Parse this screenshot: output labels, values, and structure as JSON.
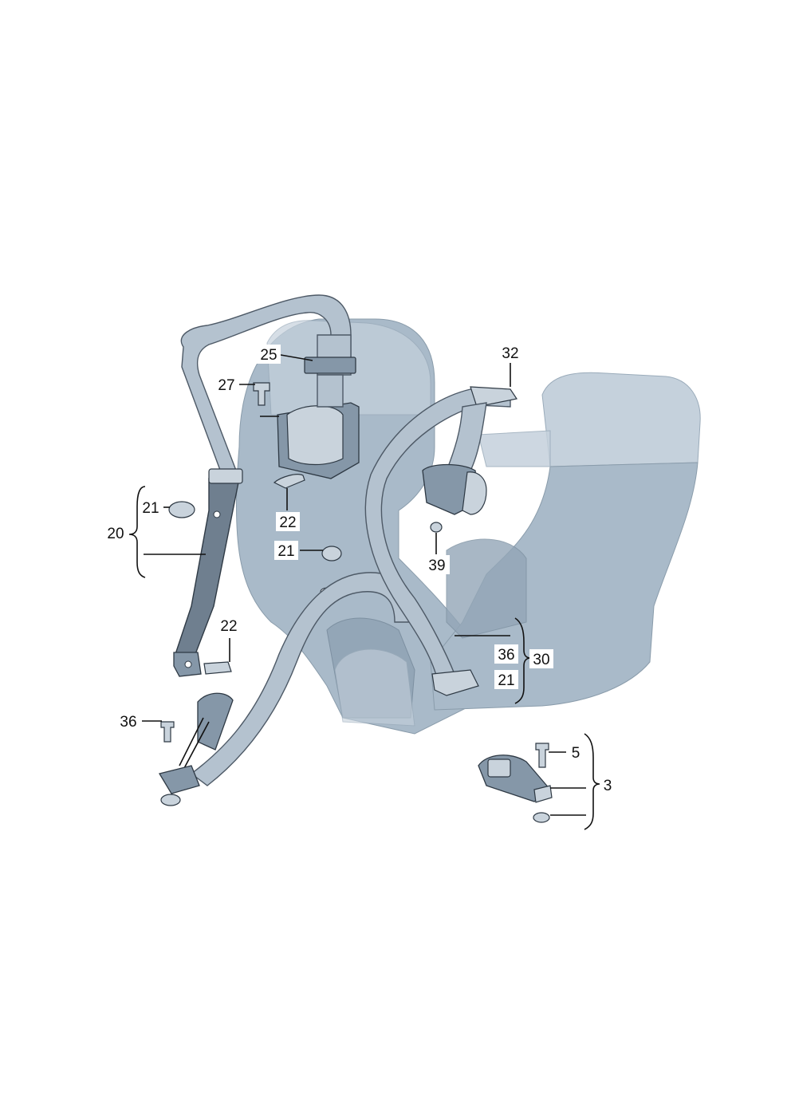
{
  "callouts": {
    "c25": "25",
    "c27": "27",
    "c22a": "22",
    "c21a": "21",
    "c20": "20",
    "c21b": "21",
    "c22b": "22",
    "c36a": "36",
    "c32": "32",
    "c39": "39",
    "c36b": "36",
    "c30": "30",
    "c21c": "21",
    "c5": "5",
    "c3": "3"
  },
  "colors": {
    "seat": "#a9bac9",
    "belt": "#b4c2cf",
    "part": "#8597a8",
    "text": "#111111"
  }
}
